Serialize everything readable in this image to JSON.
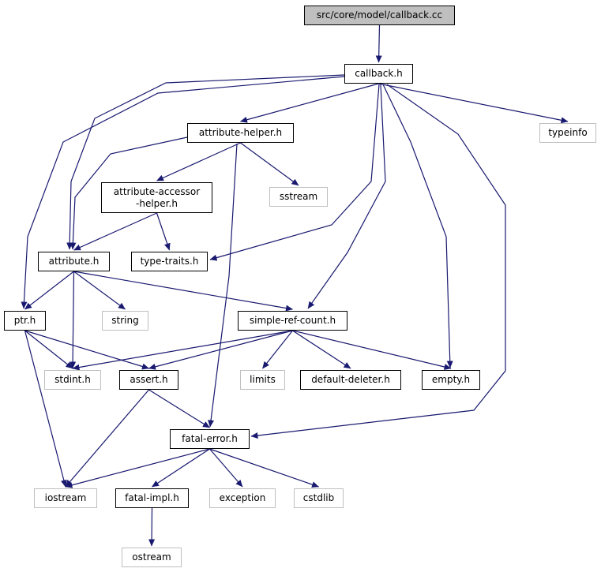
{
  "graph": {
    "edge_color": "#191970",
    "nodes": [
      {
        "id": "callback_cc",
        "label": "src/core/model/callback.cc",
        "kind": "root"
      },
      {
        "id": "callback_h",
        "label": "callback.h",
        "kind": "local"
      },
      {
        "id": "attribute_helper_h",
        "label": "attribute-helper.h",
        "kind": "local"
      },
      {
        "id": "typeinfo",
        "label": "typeinfo",
        "kind": "external"
      },
      {
        "id": "attribute_accessor_helper_h",
        "label": "attribute-accessor\n-helper.h",
        "kind": "local"
      },
      {
        "id": "sstream",
        "label": "sstream",
        "kind": "external"
      },
      {
        "id": "attribute_h",
        "label": "attribute.h",
        "kind": "local"
      },
      {
        "id": "type_traits_h",
        "label": "type-traits.h",
        "kind": "local"
      },
      {
        "id": "ptr_h",
        "label": "ptr.h",
        "kind": "local"
      },
      {
        "id": "string",
        "label": "string",
        "kind": "external"
      },
      {
        "id": "simple_ref_count_h",
        "label": "simple-ref-count.h",
        "kind": "local"
      },
      {
        "id": "stdint_h",
        "label": "stdint.h",
        "kind": "external"
      },
      {
        "id": "assert_h",
        "label": "assert.h",
        "kind": "local"
      },
      {
        "id": "limits",
        "label": "limits",
        "kind": "external"
      },
      {
        "id": "default_deleter_h",
        "label": "default-deleter.h",
        "kind": "local"
      },
      {
        "id": "empty_h",
        "label": "empty.h",
        "kind": "local"
      },
      {
        "id": "fatal_error_h",
        "label": "fatal-error.h",
        "kind": "local"
      },
      {
        "id": "iostream",
        "label": "iostream",
        "kind": "external"
      },
      {
        "id": "fatal_impl_h",
        "label": "fatal-impl.h",
        "kind": "local"
      },
      {
        "id": "exception",
        "label": "exception",
        "kind": "external"
      },
      {
        "id": "cstdlib",
        "label": "cstdlib",
        "kind": "external"
      },
      {
        "id": "ostream",
        "label": "ostream",
        "kind": "external"
      }
    ],
    "edges": [
      [
        "callback_cc",
        "callback_h"
      ],
      [
        "callback_h",
        "attribute_helper_h"
      ],
      [
        "callback_h",
        "typeinfo"
      ],
      [
        "callback_h",
        "attribute_h"
      ],
      [
        "callback_h",
        "ptr_h"
      ],
      [
        "callback_h",
        "type_traits_h"
      ],
      [
        "callback_h",
        "simple_ref_count_h"
      ],
      [
        "callback_h",
        "empty_h"
      ],
      [
        "callback_h",
        "fatal_error_h"
      ],
      [
        "attribute_helper_h",
        "attribute_accessor_helper_h"
      ],
      [
        "attribute_helper_h",
        "sstream"
      ],
      [
        "attribute_helper_h",
        "attribute_h"
      ],
      [
        "attribute_helper_h",
        "fatal_error_h"
      ],
      [
        "attribute_accessor_helper_h",
        "attribute_h"
      ],
      [
        "attribute_accessor_helper_h",
        "type_traits_h"
      ],
      [
        "attribute_h",
        "ptr_h"
      ],
      [
        "attribute_h",
        "string"
      ],
      [
        "attribute_h",
        "stdint_h"
      ],
      [
        "attribute_h",
        "simple_ref_count_h"
      ],
      [
        "ptr_h",
        "stdint_h"
      ],
      [
        "ptr_h",
        "assert_h"
      ],
      [
        "ptr_h",
        "iostream"
      ],
      [
        "simple_ref_count_h",
        "stdint_h"
      ],
      [
        "simple_ref_count_h",
        "assert_h"
      ],
      [
        "simple_ref_count_h",
        "limits"
      ],
      [
        "simple_ref_count_h",
        "default_deleter_h"
      ],
      [
        "simple_ref_count_h",
        "empty_h"
      ],
      [
        "assert_h",
        "iostream"
      ],
      [
        "assert_h",
        "fatal_error_h"
      ],
      [
        "fatal_error_h",
        "iostream"
      ],
      [
        "fatal_error_h",
        "fatal_impl_h"
      ],
      [
        "fatal_error_h",
        "exception"
      ],
      [
        "fatal_error_h",
        "cstdlib"
      ],
      [
        "fatal_impl_h",
        "ostream"
      ]
    ]
  }
}
